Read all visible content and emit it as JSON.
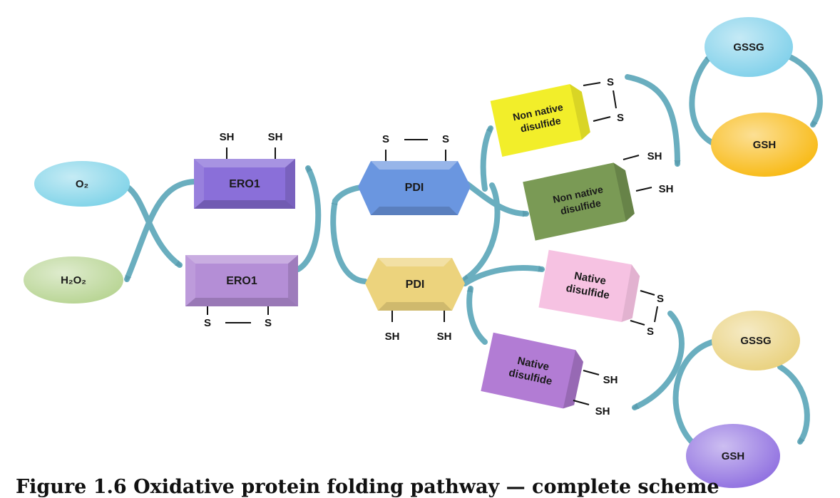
{
  "caption": "Figure 1.6 Oxidative protein folding pathway — complete scheme",
  "labels": {
    "o2": "O₂",
    "h2o2": "H₂O₂",
    "ero1_reduced": "ERO1",
    "ero1_oxidized": "ERO1",
    "pdi_oxidized": "PDI",
    "pdi_reduced": "PDI",
    "gssg_top": "GSSG",
    "gsh_top": "GSH",
    "gssg_bottom": "GSSG",
    "gsh_bottom": "GSH",
    "nonnative_oxidized_line1": "Non native",
    "nonnative_oxidized_line2": "disulfide",
    "nonnative_reduced_line1": "Non native",
    "nonnative_reduced_line2": "disulfide",
    "native_oxidized_line1": "Native",
    "native_oxidized_line2": "disulfide",
    "native_reduced_line1": "Native",
    "native_reduced_line2": "disulfide"
  },
  "groups": {
    "sh": "SH",
    "s": "S"
  },
  "colors": {
    "arrow": "#6aaebf",
    "o2": "#7fd3e8",
    "h2o2": "#b7d492",
    "ero1_reduced": "#8a6fd9",
    "ero1_oxidized": "#b48ed6",
    "pdi_oxidized": "#6a96e0",
    "pdi_reduced": "#ecd37d",
    "nonnative_oxidized": "#f2ee2a",
    "nonnative_reduced": "#7a9a55",
    "native_oxidized": "#f6c2e2",
    "native_reduced": "#b27cd4",
    "gssg_top": "#7fd0ea",
    "gsh_top": "#f8b912",
    "gssg_bottom": "#e9d17d",
    "gsh_bottom": "#8f6fe0"
  }
}
